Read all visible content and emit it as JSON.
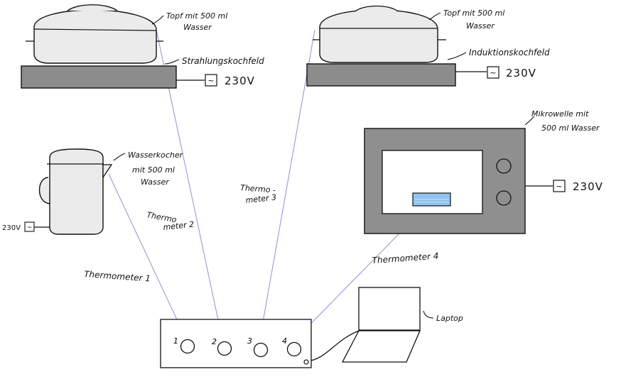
{
  "colors": {
    "stroke": "#111111",
    "hotplate": "#8c8c8c",
    "pot": "#ebebeb",
    "microwave_body": "#8f8f8f",
    "thermometer_wire": "#8a93d8",
    "thermometer_probe": "#8fc3f0"
  },
  "devices": {
    "pot1": {
      "label_line1": "Topf mit 500 ml",
      "label_line2": "Wasser"
    },
    "radiant_hob": {
      "label": "Strahlungskochfeld",
      "voltage": "230V"
    },
    "pot2": {
      "label_line1": "Topf mit 500 ml",
      "label_line2": "Wasser"
    },
    "induction_hob": {
      "label": "Induktionskochfeld",
      "voltage": "230V"
    },
    "kettle": {
      "label_line1": "Wasserkocher",
      "label_line2": "mit 500 ml",
      "label_line3": "Wasser",
      "voltage": "230V"
    },
    "microwave": {
      "label_line1": "Mikrowelle mit",
      "label_line2": "500 ml Wasser",
      "voltage": "230V"
    },
    "laptop": {
      "label": "Laptop"
    }
  },
  "thermometers": {
    "t1": "Thermometer 1",
    "t2_line1": "Thermo",
    "t2_line2": "meter 2",
    "t3_line1": "Thermo -",
    "t3_line2": "meter 3",
    "t4": "Thermometer 4"
  },
  "logger": {
    "ports": [
      "1",
      "2",
      "3",
      "4"
    ]
  },
  "ac_symbol": "~"
}
